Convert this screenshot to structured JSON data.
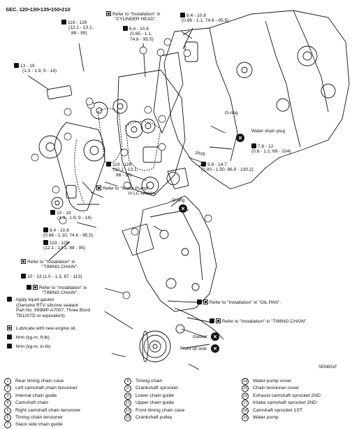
{
  "header": {
    "section": "SEC. 120•130•135•150•210"
  },
  "callouts": {
    "cyl_head": [
      "Refer to \"Installation\" in",
      "\"CYLINDER HEAD\"."
    ],
    "t119_top": [
      "119 - 128",
      "(12.1 - 13.1,",
      "88 - 95)"
    ],
    "t64_top": [
      "6.4 - 10.8",
      "(0.65 - 1.1,",
      "74.6 - 95.5)"
    ],
    "t84_top": [
      "8.4 - 10.8",
      "(0.86 - 1.1, 74.6 - 95.5)"
    ],
    "t13_top": [
      "13 - 19",
      "(1.3 - 1.9, 9 - 14)"
    ],
    "oring_right": "O-ring",
    "water_drain": "Water drain plug",
    "t78": [
      "7.8 - 12",
      "(0.8 - 1.2, 69 - 104)"
    ],
    "plug": "Plug",
    "t98": [
      "9.8 - 14.7",
      "(1.00 - 1.50, 86.8 - 130.2)"
    ],
    "t119_mid": [
      "119 - 128",
      "(12.1 - 13.1,",
      "88 - 95)"
    ],
    "water_pump_ref": [
      "Refer to \"Water Pump\"",
      "in LC section."
    ],
    "oring_mid": "O-ring",
    "t13_mid": [
      "13 - 19",
      "(1.3 - 1.9, 9 - 14)"
    ],
    "t84_mid": [
      "8.4 - 10.8",
      "(0.86 - 1.10, 74.6 - 95.5)"
    ],
    "t119_low": [
      "119 - 128",
      "(12.1 - 13.1, 88 - 95)"
    ],
    "timing_ref1": [
      "Refer to \"Installation\" in",
      "\"TIMING CHAIN\"."
    ],
    "t10": "10 - 13 (1.0 - 1.3, 87 - 113)",
    "timing_ref2": [
      "Refer to \"Installation\" in",
      "\"TIMING CHAIN\"."
    ],
    "oil_pan_ref": "Refer to \"Installation\" in \"OIL PAN\".",
    "timing_ref3": "Refer to \"Installation\" in \"TIMING CHAIN\".",
    "gasket": "Gasket",
    "front_oil_seal": "Front oil seal"
  },
  "key": {
    "gasket_note": [
      "Apply liquid gasket",
      "(Genuine RTV silicone sealant",
      "Part No. 999MP-A7007, Three Bond",
      "TB1207D or equivalent)."
    ],
    "lubricate": "Lubricate with new engine oil.",
    "unit1": ": N•m (kg-m, ft-lb)",
    "unit2": ": N•m (kg-m, in-lb)"
  },
  "figure_code": "SEM651F",
  "legend": [
    {
      "n": "1",
      "label": "Rear timing chain case"
    },
    {
      "n": "2",
      "label": "Left camshaft chain tensioner"
    },
    {
      "n": "3",
      "label": "Internal chain guide"
    },
    {
      "n": "4",
      "label": "Camshaft chain"
    },
    {
      "n": "5",
      "label": "Right camshaft chain tensioner"
    },
    {
      "n": "6",
      "label": "Timing chain tensioner"
    },
    {
      "n": "7",
      "label": "Slack side chain guide"
    },
    {
      "n": "8",
      "label": "Timing chain"
    },
    {
      "n": "9",
      "label": "Crankshaft sprocket"
    },
    {
      "n": "10",
      "label": "Lower chain guide"
    },
    {
      "n": "11",
      "label": "Upper chain guide"
    },
    {
      "n": "12",
      "label": "Front timing chain case"
    },
    {
      "n": "13",
      "label": "Crankshaft pulley"
    },
    {
      "n": "14",
      "label": "Water pump cover"
    },
    {
      "n": "15",
      "label": "Chain tensioner cover"
    },
    {
      "n": "16",
      "label": "Exhaust camshaft sprocket 2ND"
    },
    {
      "n": "17",
      "label": "Intake camshaft sprocket 2ND"
    },
    {
      "n": "18",
      "label": "Camshaft sprocket 1ST"
    },
    {
      "n": "19",
      "label": "Water pump"
    }
  ]
}
